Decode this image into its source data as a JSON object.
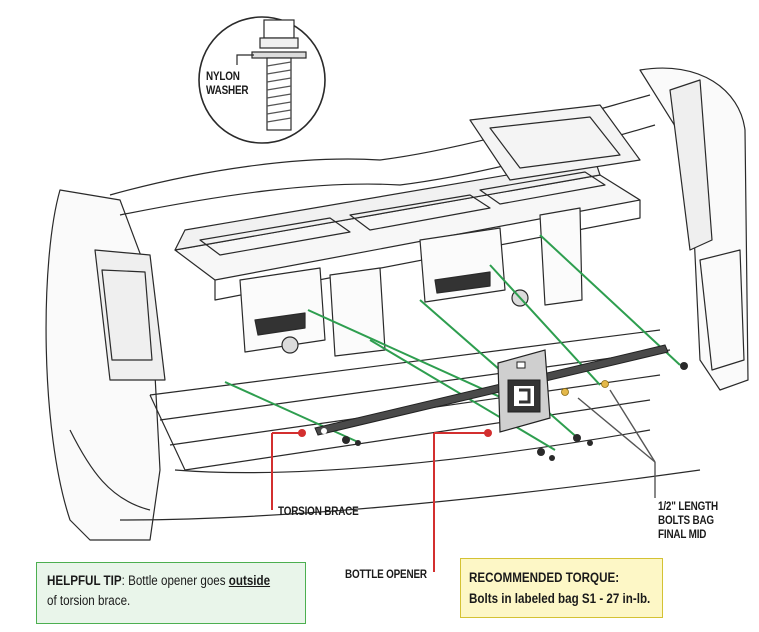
{
  "labels": {
    "nylon_washer_line1": "NYLON",
    "nylon_washer_line2": "WASHER",
    "torsion_brace": "TORSION BRACE",
    "bottle_opener": "BOTTLE OPENER",
    "bolts_bag_line1": "1/2\" LENGTH",
    "bolts_bag_line2": "BOLTS BAG",
    "bolts_bag_line3": "FINAL MID"
  },
  "helpful_tip": {
    "title": "HELPFUL TIP",
    "text_before": ": Bottle opener goes ",
    "emphasis": "outside",
    "text_after": "of torsion brace."
  },
  "recommended_torque": {
    "title": "RECOMMENDED TORQUE:",
    "text": "Bolts in labeled bag S1 - 27 in-lb."
  },
  "colors": {
    "accent_red": "#d32f2f",
    "guide_green": "#2e9e4f",
    "tip_border": "#4caf50",
    "tip_fill": "#e9f5ea",
    "torque_border": "#d4c233",
    "torque_fill": "#fdf7c6",
    "line_art": "#2a2a2a"
  }
}
